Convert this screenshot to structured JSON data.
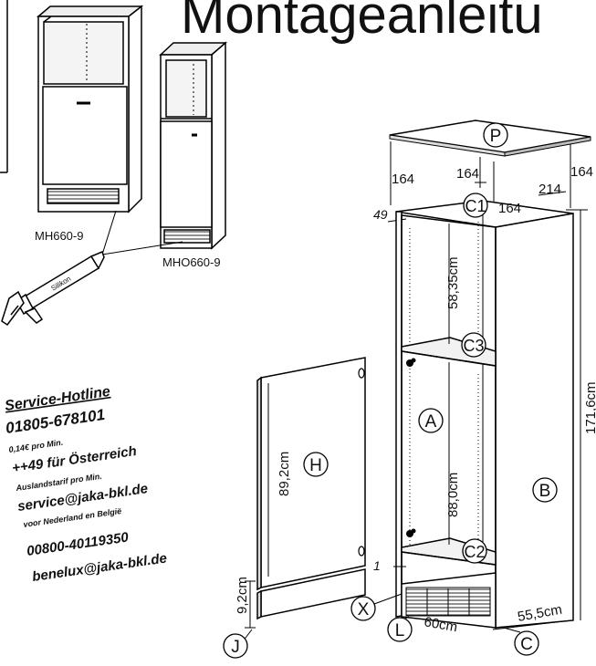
{
  "header": {
    "title": "Montageanleitu"
  },
  "models": {
    "left_label": "MH660-9",
    "right_label": "MHO660-9",
    "gun_label": "Silikon"
  },
  "dimensions": {
    "top_left": "164",
    "top_mid": "164",
    "top_right": "164",
    "top_depth": "214",
    "inner_164": "164",
    "offset_49": "49",
    "upper_height": "58,35cm",
    "lower_height": "88,0cm",
    "total_height": "171,6cm",
    "door_height": "89,2cm",
    "plinth_height": "9,2cm",
    "width": "60cm",
    "depth": "55,5cm",
    "offset_1": "1"
  },
  "parts": [
    "P",
    "C1",
    "C3",
    "A",
    "B",
    "H",
    "C2",
    "X",
    "L",
    "J",
    "C"
  ],
  "hotline": {
    "title": "Service-Hotline",
    "phone_de": "01805-678101",
    "rate_de": "0,14€ pro Min.",
    "phone_at": "++49 für Österreich",
    "rate_at": "Auslandstarif pro Min.",
    "email": "service@jaka-bkl.de",
    "nl_be_note": "voor Nederland en België",
    "phone_nl": "00800-40119350",
    "email_nl": "benelux@jaka-bkl.de"
  }
}
